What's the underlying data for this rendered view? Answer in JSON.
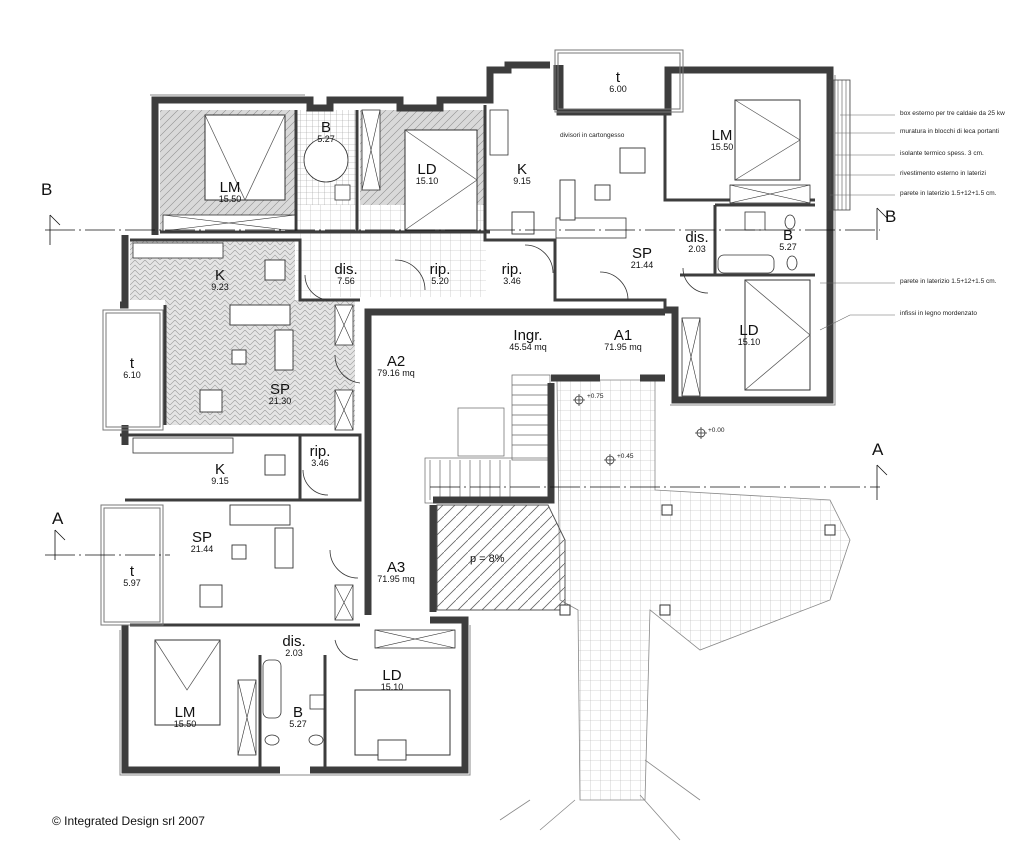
{
  "copyright": "© Integrated Design srl  2007",
  "sections": {
    "b_left": "B",
    "b_right": "B",
    "a_left": "A",
    "a_right": "A"
  },
  "rooms": {
    "t_top": {
      "name": "t",
      "area": "6.00"
    },
    "lm_topright": {
      "name": "LM",
      "area": "15.50"
    },
    "lm_topleft": {
      "name": "LM",
      "area": "15.50"
    },
    "b_topleft": {
      "name": "B",
      "area": "5.27"
    },
    "ld_topleft": {
      "name": "LD",
      "area": "15.10"
    },
    "k_topmid": {
      "name": "K",
      "area": "9.15"
    },
    "dis_right": {
      "name": "dis.",
      "area": "2.03"
    },
    "b_right": {
      "name": "B",
      "area": "5.27"
    },
    "sp_right": {
      "name": "SP",
      "area": "21.44"
    },
    "k_left1": {
      "name": "K",
      "area": "9.23"
    },
    "dis_left1": {
      "name": "dis.",
      "area": "7.56"
    },
    "rip_left1": {
      "name": "rip.",
      "area": "5.20"
    },
    "rip_mid": {
      "name": "rip.",
      "area": "3.46"
    },
    "ld_right": {
      "name": "LD",
      "area": "15.10"
    },
    "t_left1": {
      "name": "t",
      "area": "6.10"
    },
    "sp_left1": {
      "name": "SP",
      "area": "21.30"
    },
    "k_left2": {
      "name": "K",
      "area": "9.15"
    },
    "rip_left2": {
      "name": "rip.",
      "area": "3.46"
    },
    "sp_left2": {
      "name": "SP",
      "area": "21.44"
    },
    "t_left2": {
      "name": "t",
      "area": "5.97"
    },
    "dis_bottom": {
      "name": "dis.",
      "area": "2.03"
    },
    "lm_bottom": {
      "name": "LM",
      "area": "15.50"
    },
    "b_bottom": {
      "name": "B",
      "area": "5.27"
    },
    "ld_bottom": {
      "name": "LD",
      "area": "15.10"
    }
  },
  "apartments": {
    "ingr": {
      "name": "Ingr.",
      "area": "45.54 mq"
    },
    "a1": {
      "name": "A1",
      "area": "71.95 mq"
    },
    "a2": {
      "name": "A2",
      "area": "79.16 mq"
    },
    "a3": {
      "name": "A3",
      "area": "71.95 mq"
    }
  },
  "annotations": {
    "divisori": "divisori in cartongesso",
    "level_075": "+0.75",
    "level_000": "+0.00",
    "level_045": "+0.45",
    "ramp": "p = 8%"
  },
  "legend": [
    "box esterno per tre caldaie da 25 kw",
    "muratura in blocchi di leca portanti",
    "isolante termico spess. 3 cm.",
    "rivestimento esterno in  laterizi",
    "parete in laterizio 1.5+12+1.5 cm.",
    "parete in laterizio 1.5+12+1.5 cm.",
    "infissi in legno mordenzato"
  ]
}
